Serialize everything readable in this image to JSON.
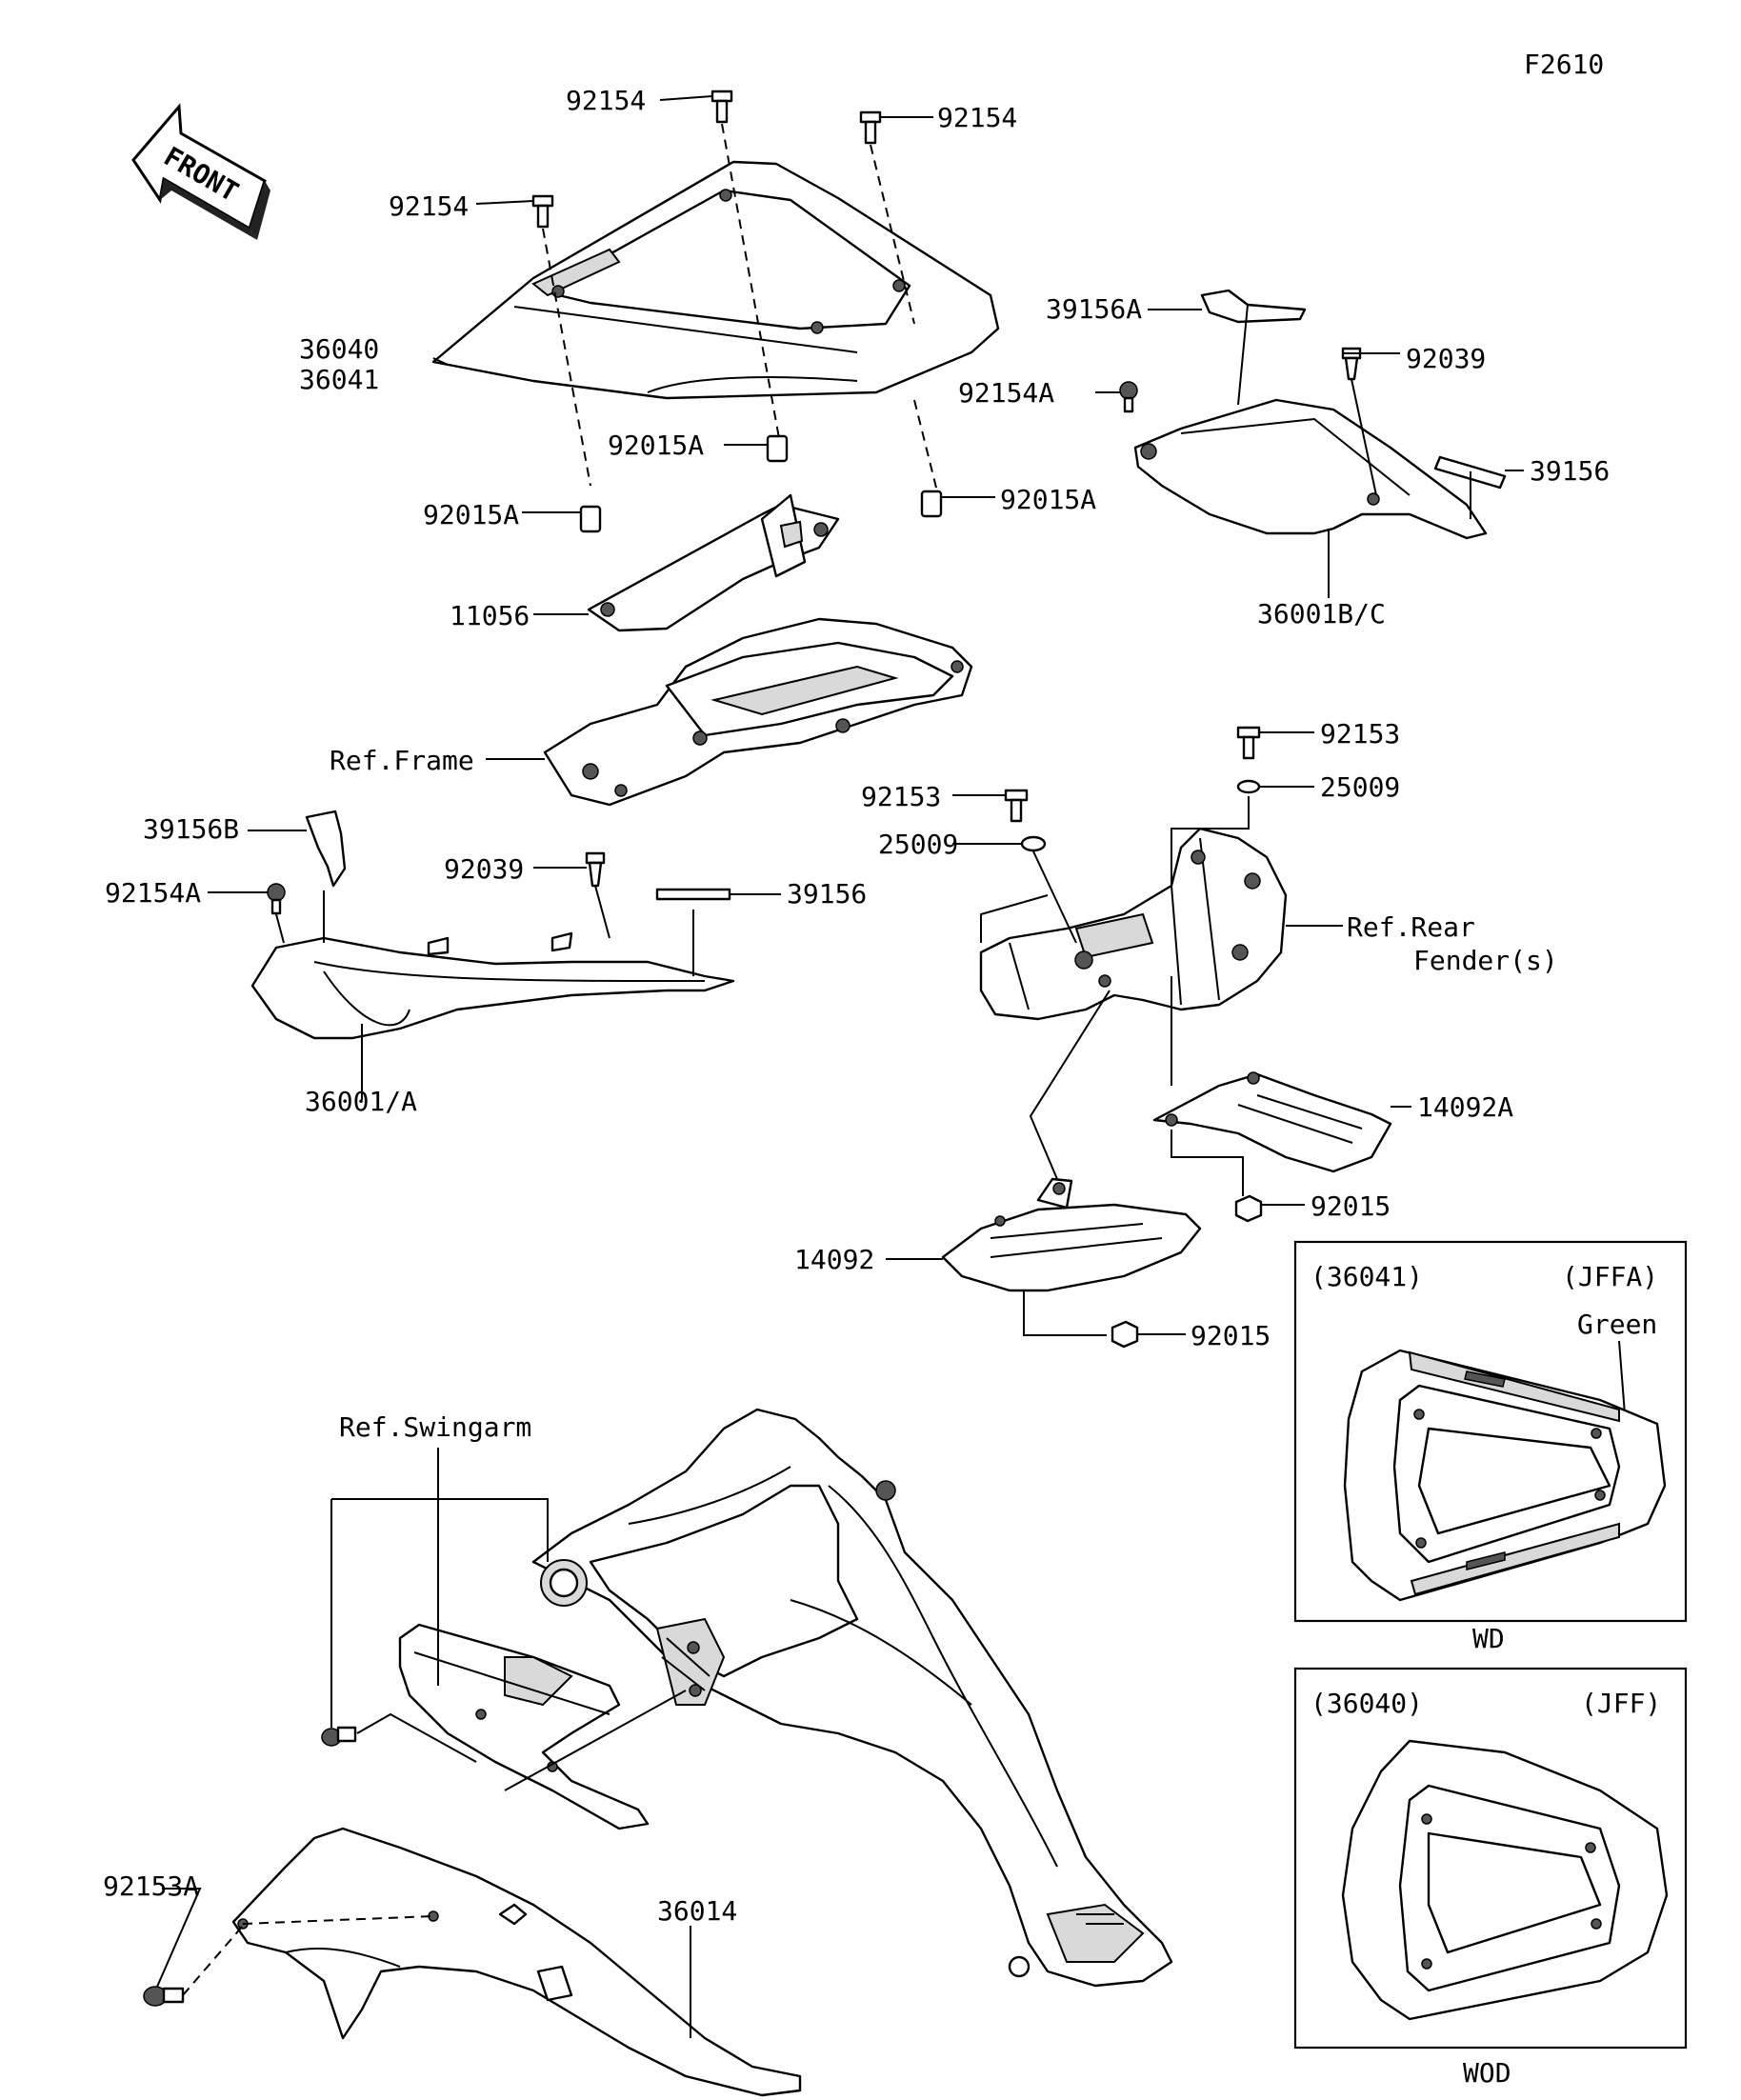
{
  "diagram_code": "F2610",
  "front_arrow": {
    "label": "FRONT",
    "icon": "front-direction-arrow-icon"
  },
  "labels": {
    "p92154_a": "92154",
    "p92154_b": "92154",
    "p92154_c": "92154",
    "p36040": "36040",
    "p36041": "36041",
    "p92015A_a": "92015A",
    "p92015A_b": "92015A",
    "p92015A_c": "92015A",
    "p11056": "11056",
    "ref_frame": "Ref.Frame",
    "p39156A": "39156A",
    "p92154A_a": "92154A",
    "p92039_a": "92039",
    "p39156_a": "39156",
    "p36001BC": "36001B/C",
    "p39156B": "39156B",
    "p92154A_b": "92154A",
    "p92039_b": "92039",
    "p39156_b": "39156",
    "p36001A": "36001/A",
    "p92153_a": "92153",
    "p25009_a": "25009",
    "p92153_b": "92153",
    "p25009_b": "25009",
    "ref_rear_fender_1": "Ref.Rear",
    "ref_rear_fender_2": "Fender(s)",
    "p14092A": "14092A",
    "p92015_a": "92015",
    "p14092": "14092",
    "p92015_b": "92015",
    "ref_swingarm": "Ref.Swingarm",
    "p92153A": "92153A",
    "p36014": "36014"
  },
  "insets": [
    {
      "part": "(36041)",
      "code": "(JFFA)",
      "note": "Green",
      "caption": "WD"
    },
    {
      "part": "(36040)",
      "code": "(JFF)",
      "note": "",
      "caption": "WOD"
    }
  ]
}
